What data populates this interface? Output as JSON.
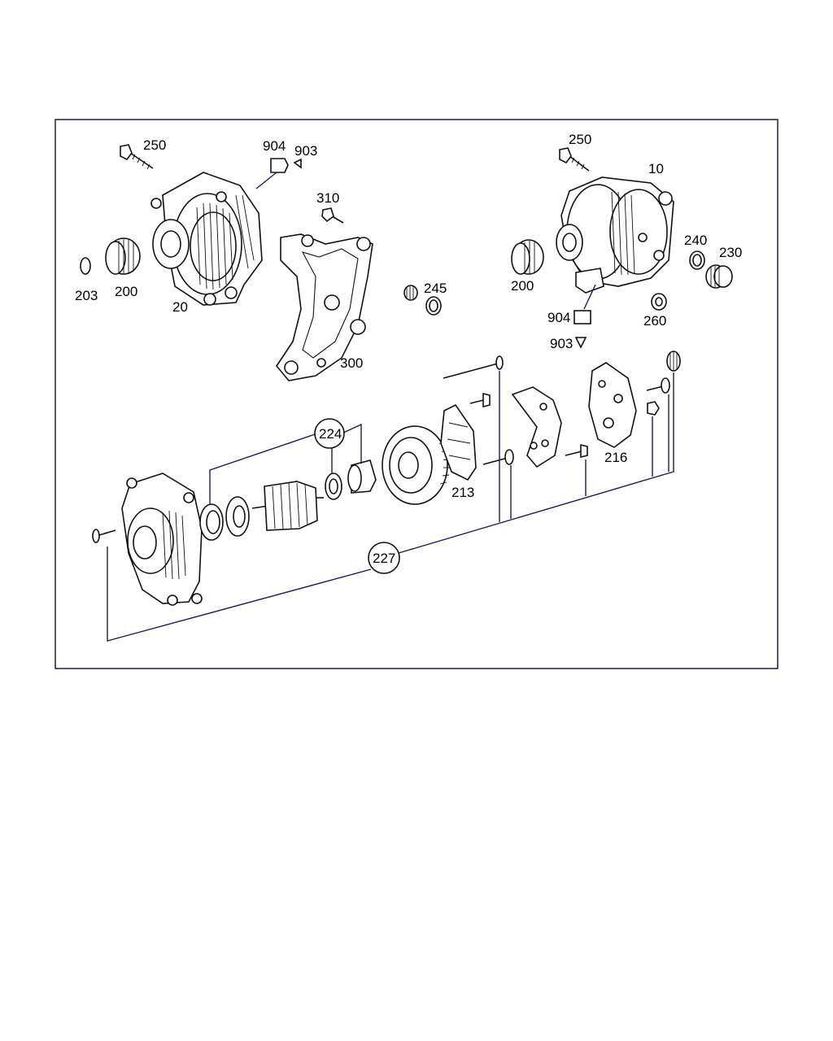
{
  "labels": {
    "p250a": "250",
    "p904a": "904",
    "p903a": "903",
    "p310": "310",
    "p203": "203",
    "p200a": "200",
    "p20": "20",
    "p245": "245",
    "p300": "300",
    "p250b": "250",
    "p10": "10",
    "p240": "240",
    "p230": "230",
    "p200b": "200",
    "p904b": "904",
    "p903b": "903",
    "p260": "260",
    "p224": "224",
    "p213": "213",
    "p216": "216",
    "p227": "227"
  }
}
